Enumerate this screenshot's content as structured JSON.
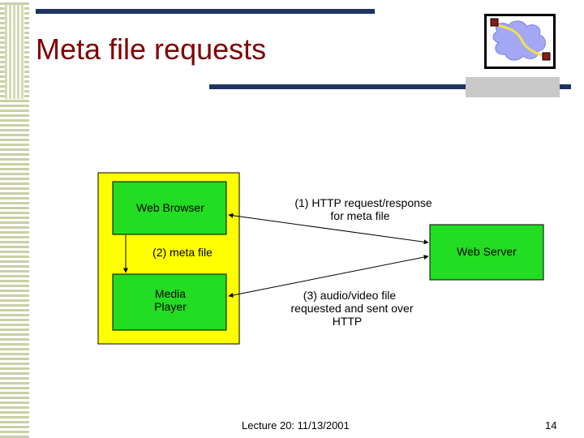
{
  "slide": {
    "title": "Meta file requests",
    "footer_text": "Lecture 20: 11/13/2001",
    "page_number": "14"
  },
  "diagram": {
    "nodes": {
      "web_browser": "Web Browser",
      "media_player_line1": "Media",
      "media_player_line2": "Player",
      "web_server": "Web Server"
    },
    "labels": {
      "step1_line1": "(1) HTTP request/response",
      "step1_line2": "for meta file",
      "step2": "(2)  meta file",
      "step3_line1": "(3) audio/video file",
      "step3_line2": "requested and sent over",
      "step3_line3": "HTTP"
    }
  },
  "colors": {
    "title": "#800000",
    "accent_bar": "#1d3461",
    "client_area": "#ffff00",
    "node_fill": "#22dd22"
  },
  "icons": {
    "logo": "network-cloud-icon"
  }
}
